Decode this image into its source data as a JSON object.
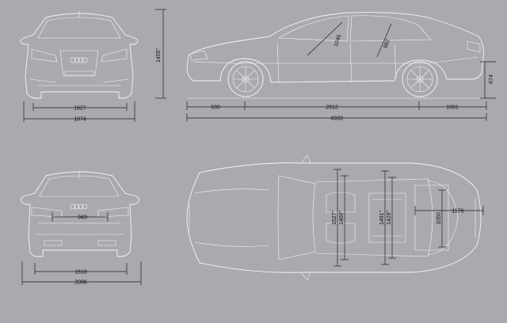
{
  "drawing": {
    "front": {
      "track": "1627",
      "width": "1874",
      "height": "1455\""
    },
    "side": {
      "front_overhang": "930",
      "wheelbase": "2912",
      "rear_overhang": "1091",
      "length": "4933",
      "front_headroom": "1046",
      "rear_headroom": "982",
      "trunk_lip": "674"
    },
    "rear": {
      "trunk_opening": "949",
      "track": "1618",
      "width_mirrors": "2086"
    },
    "top": {
      "front_shoulder": "1527\"",
      "front_elbow": "1460\"",
      "rear_shoulder": "1491\"",
      "rear_elbow": "1429\"",
      "trunk_length": "1176",
      "trunk_width": "1050"
    }
  }
}
